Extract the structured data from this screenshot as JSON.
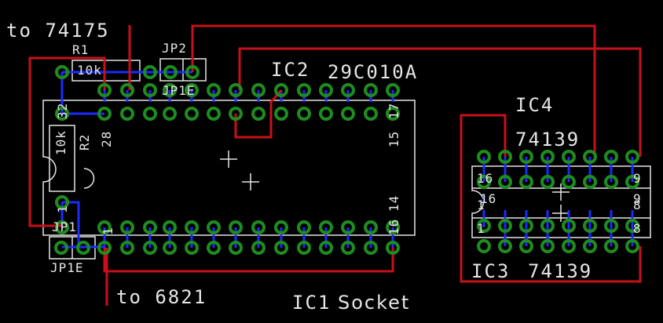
{
  "labels": {
    "to_74175": "to 74175",
    "to_6821": "to 6821",
    "r1": "R1",
    "r1_value": "10k",
    "r2": "R2",
    "r2_value": "10k",
    "jp2": "JP2",
    "jp1e_top": "JP1E",
    "jp1": "JP1",
    "jp1e_bottom": "JP1E",
    "ic2": "IC2",
    "ic2_part": "29C010A",
    "ic4": "IC4",
    "ic4_part": "74139",
    "ic3": "IC3",
    "ic3_part": "74139",
    "ic1": "IC1",
    "ic1_socket": "Socket"
  },
  "pin_labels": {
    "ic1_p32": "32",
    "ic1_p28": "28",
    "ic1_p1": "1",
    "ic1_p1b": "1",
    "ic1_p17": "17",
    "ic1_p15": "15",
    "ic1_p14": "14",
    "ic1_p16": "16",
    "ic4_p16": "16",
    "ic4_p9": "9",
    "ic4_p1": "1",
    "ic4_p8": "8",
    "ic3_p16": "16",
    "ic3_p9": "9",
    "ic3_p1": "1",
    "ic3_p8": "8"
  },
  "colors": {
    "background": "#000000",
    "copper_top": "#c8101a",
    "copper_bottom": "#1a2cff",
    "pad": "#1e8c1e",
    "silkscreen": "#e6e6e6"
  }
}
